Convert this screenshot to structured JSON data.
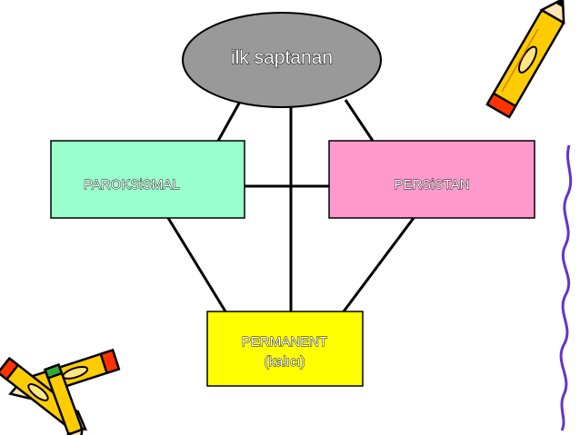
{
  "diagram": {
    "root": {
      "label": "ilk saptanan",
      "color": "#999999"
    },
    "left": {
      "label": "PAROKSiSMAL",
      "color": "#99ffcc"
    },
    "right": {
      "label": "PERSiSTAN",
      "color": "#ff99cc"
    },
    "bottom": {
      "line1": "PERMANENT",
      "line2": "(kalıcı)",
      "color": "#ffff00"
    }
  },
  "decorations": {
    "top_right": "pencil-clipart",
    "bottom_left": "pencils-clipart",
    "right_edge": "squiggle-line"
  }
}
